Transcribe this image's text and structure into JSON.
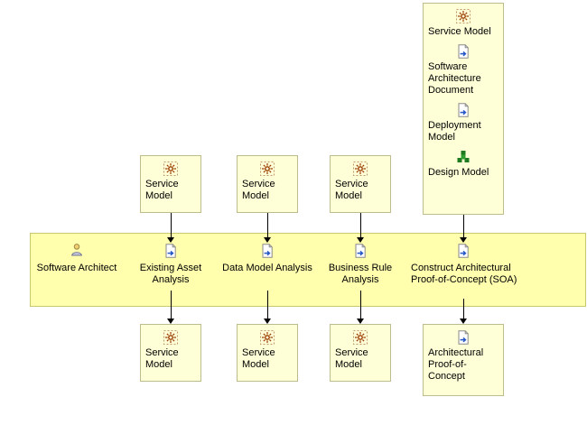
{
  "colors": {
    "band_bg": "#ffffae",
    "band_border": "#c8c86e",
    "box_bg": "#ffffd7",
    "box_border": "#bcbc8c",
    "arrow": "#000000",
    "service_model_icon": "#993a00",
    "task_icon_arrow": "#2456c6",
    "design_model_icon": "#1e7a1e"
  },
  "band": {
    "role": {
      "label": "Software Architect",
      "icon": "software-architect-person"
    },
    "tasks": [
      {
        "label": "Existing Asset Analysis",
        "icon": "task"
      },
      {
        "label": "Data Model Analysis",
        "icon": "task"
      },
      {
        "label": "Business Rule Analysis",
        "icon": "task"
      },
      {
        "label": "Construct Architectural Proof-of-Concept (SOA)",
        "icon": "task"
      }
    ]
  },
  "inputs": [
    {
      "items": [
        {
          "label": "Service Model",
          "icon": "service-model"
        }
      ]
    },
    {
      "items": [
        {
          "label": "Service Model",
          "icon": "service-model"
        }
      ]
    },
    {
      "items": [
        {
          "label": "Service Model",
          "icon": "service-model"
        }
      ]
    },
    {
      "items": [
        {
          "label": "Service Model",
          "icon": "service-model"
        },
        {
          "label": "Software Architecture Document",
          "icon": "work-product"
        },
        {
          "label": "Deployment Model",
          "icon": "work-product"
        },
        {
          "label": "Design Model",
          "icon": "design-model"
        }
      ]
    }
  ],
  "outputs": [
    {
      "items": [
        {
          "label": "Service Model",
          "icon": "service-model"
        }
      ]
    },
    {
      "items": [
        {
          "label": "Service Model",
          "icon": "service-model"
        }
      ]
    },
    {
      "items": [
        {
          "label": "Service Model",
          "icon": "service-model"
        }
      ]
    },
    {
      "items": [
        {
          "label": "Architectural Proof-of-Concept",
          "icon": "work-product"
        }
      ]
    }
  ]
}
